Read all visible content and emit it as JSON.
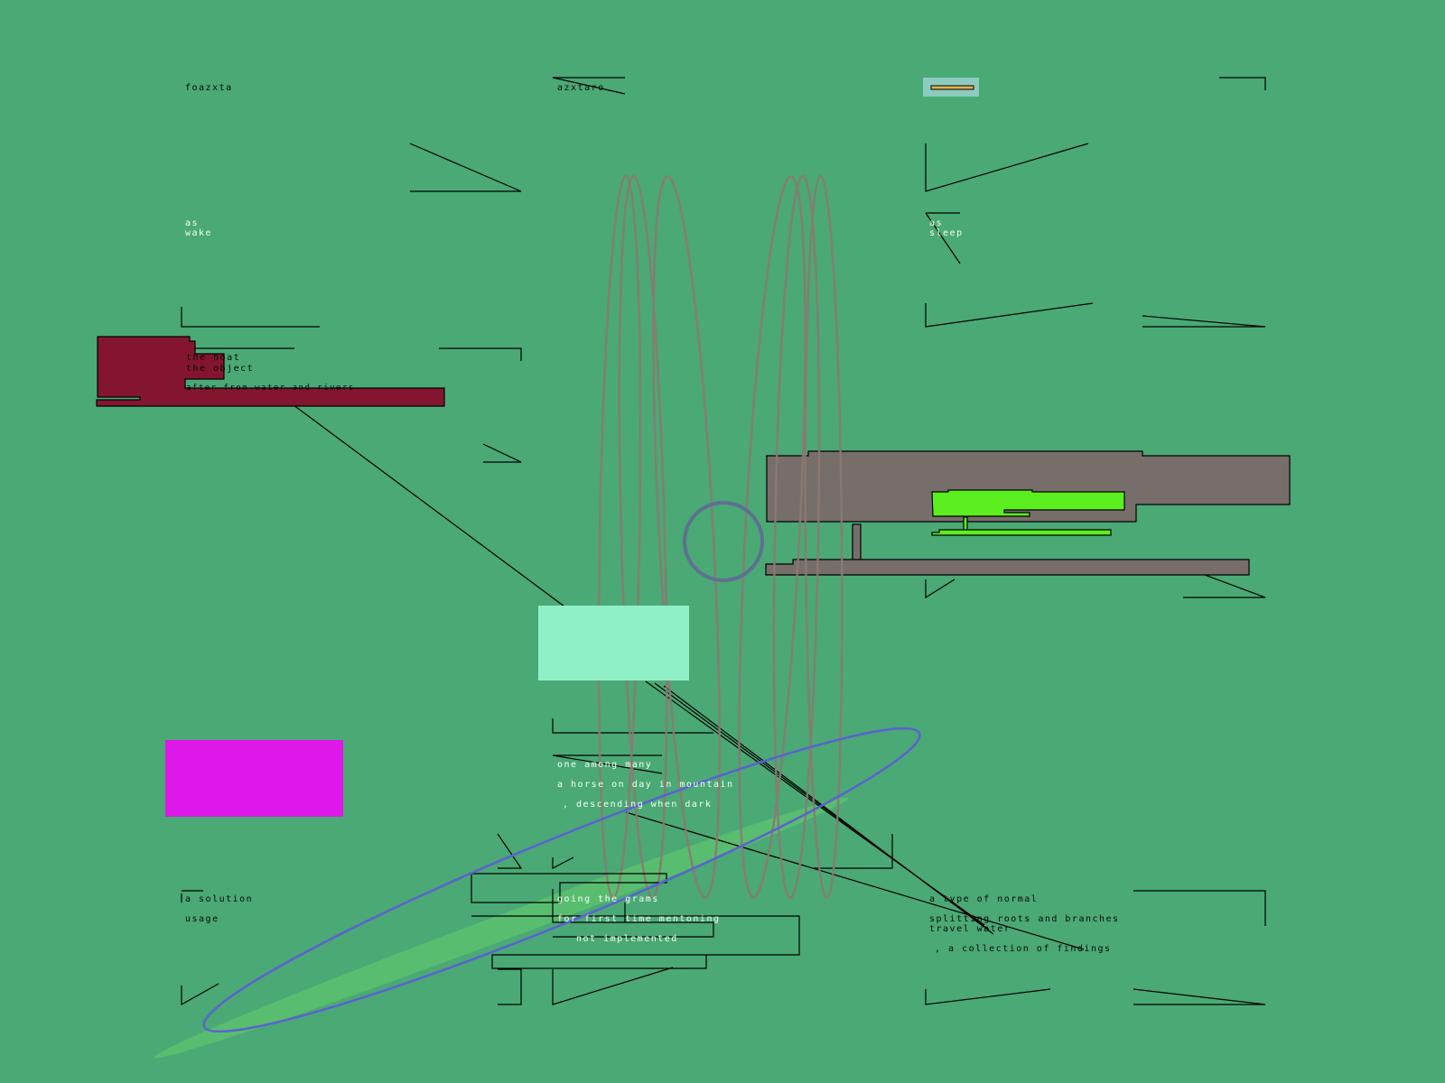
{
  "colors": {
    "background": "#4aa975",
    "maroon": "#83162e",
    "grey": "#776e6b",
    "lime": "#5cef1f",
    "mint": "#8ff0c8",
    "magenta": "#de18e8",
    "blue": "#5b62d0",
    "loops": "#8a7a72"
  },
  "labels": {
    "top_left": "foazxta",
    "top_mid": "azxtaro",
    "wake_1": "as",
    "wake_2": "wake",
    "sleep_1": "as",
    "sleep_2": "sleep",
    "boat": "the boat",
    "object": "the object",
    "after": "after from water and rivers",
    "one_among": "one among many",
    "horse": "a horse on day in mountain",
    "descending": ", descending when dark",
    "solution": "a solution",
    "usage": "usage",
    "going": "going the grams",
    "first_time": "for first time mentoning",
    "not_impl": "not implemented",
    "type_normal": "a type of normal",
    "splitting": "splitting roots and branches",
    "travel": "travel water",
    "collection": ", a collection of findings"
  }
}
